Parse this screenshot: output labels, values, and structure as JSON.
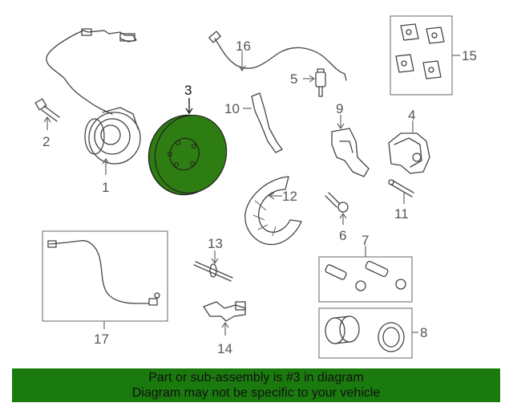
{
  "diagram": {
    "callouts": [
      {
        "id": 1,
        "text": "1"
      },
      {
        "id": 2,
        "text": "2"
      },
      {
        "id": 3,
        "text": "3"
      },
      {
        "id": 4,
        "text": "4"
      },
      {
        "id": 5,
        "text": "5"
      },
      {
        "id": 6,
        "text": "6"
      },
      {
        "id": 7,
        "text": "7"
      },
      {
        "id": 8,
        "text": "8"
      },
      {
        "id": 9,
        "text": "9"
      },
      {
        "id": 10,
        "text": "10"
      },
      {
        "id": 11,
        "text": "11"
      },
      {
        "id": 12,
        "text": "12"
      },
      {
        "id": 13,
        "text": "13"
      },
      {
        "id": 14,
        "text": "14"
      },
      {
        "id": 15,
        "text": "15"
      },
      {
        "id": 16,
        "text": "16"
      },
      {
        "id": 17,
        "text": "17"
      }
    ],
    "highlighted_part": 3,
    "highlight_color": "#2e7d12"
  },
  "banner": {
    "line1": "Part or sub-assembly is #3 in diagram",
    "line2": "Diagram may not be specific to your vehicle",
    "background": "#1a7a0e"
  }
}
